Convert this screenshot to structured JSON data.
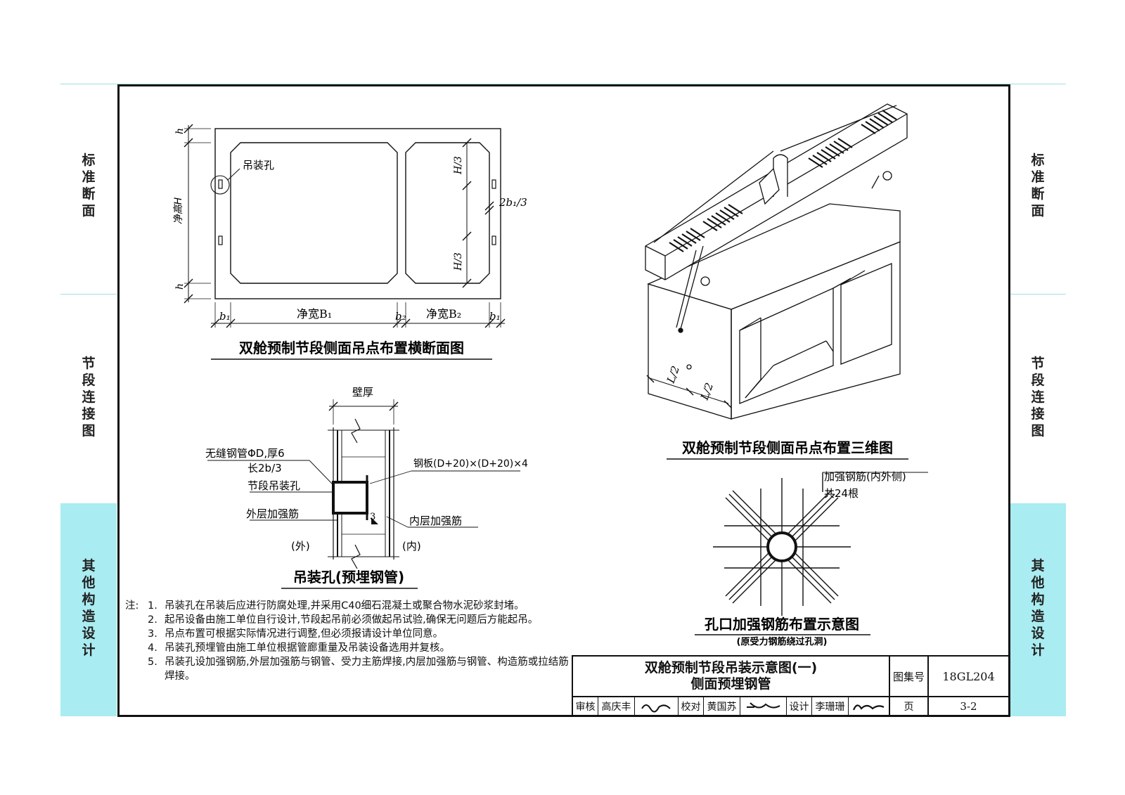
{
  "side_tabs": {
    "left": [
      "标准断面",
      "节段连接图",
      "其他构造设计"
    ],
    "right": [
      "标准断面",
      "节段连接图",
      "其他构造设计"
    ]
  },
  "colors": {
    "tab_cyan": "#a9ecf1",
    "tab_line": "#9edfe6",
    "ink": "#111111"
  },
  "fig1": {
    "caption": "双舱预制节段侧面吊点布置横断面图",
    "hole_label": "吊装孔",
    "height_label": "净高H",
    "h_top": "h",
    "h_bot": "h",
    "h3_top": "H/3",
    "h3_bot": "H/3",
    "b1_third": "2b₁/3",
    "dims": [
      "b₁",
      "净宽B₁",
      "b₂",
      "净宽B₂",
      "b₁"
    ]
  },
  "fig2": {
    "caption": "双舱预制节段侧面吊点布置三维图",
    "l_half_1": "L/2",
    "l_half_2": "L/2"
  },
  "fig3": {
    "caption": "吊装孔(预埋钢管)",
    "wall": "壁厚",
    "pipe_1": "无缝钢管ΦD,厚6",
    "pipe_2": "长2b/3",
    "hole": "节段吊装孔",
    "outer": "外层加强筋",
    "plate": "钢板(D+20)×(D+20)×4",
    "inner": "内层加强筋",
    "weld": "3",
    "out_side": "(外)",
    "in_side": "(内)"
  },
  "fig4": {
    "caption": "孔口加强钢筋布置示意图",
    "subcaption": "(原受力钢筋绕过孔洞)",
    "label_1": "加强钢筋(内外侧)",
    "label_2": "共24根"
  },
  "notes": {
    "label": "注:",
    "items": [
      {
        "n": "1.",
        "text": "吊装孔在吊装后应进行防腐处理,并采用C40细石混凝土或聚合物水泥砂浆封堵。"
      },
      {
        "n": "2.",
        "text": "起吊设备由施工单位自行设计,节段起吊前必须做起吊试验,确保无问题后方能起吊。"
      },
      {
        "n": "3.",
        "text": "吊点布置可根据实际情况进行调整,但必须报请设计单位同意。"
      },
      {
        "n": "4.",
        "text": "吊装孔预埋管由施工单位根据管廊重量及吊装设备选用并复核。"
      },
      {
        "n": "5.",
        "text": "吊装孔设加强钢筋,外层加强筋与钢管、受力主筋焊接,内层加强筋与钢管、构造筋或拉结筋焊接。"
      }
    ]
  },
  "title_block": {
    "title_1": "双舱预制节段吊装示意图(一)",
    "title_2": "侧面预埋钢管",
    "atlas_label": "图集号",
    "atlas_no": "18GL204",
    "page_label": "页",
    "page_no": "3-2",
    "review": "审核",
    "reviewer": "高庆丰",
    "check": "校对",
    "checker": "黄国苏",
    "design": "设计",
    "designer": "李珊珊"
  }
}
